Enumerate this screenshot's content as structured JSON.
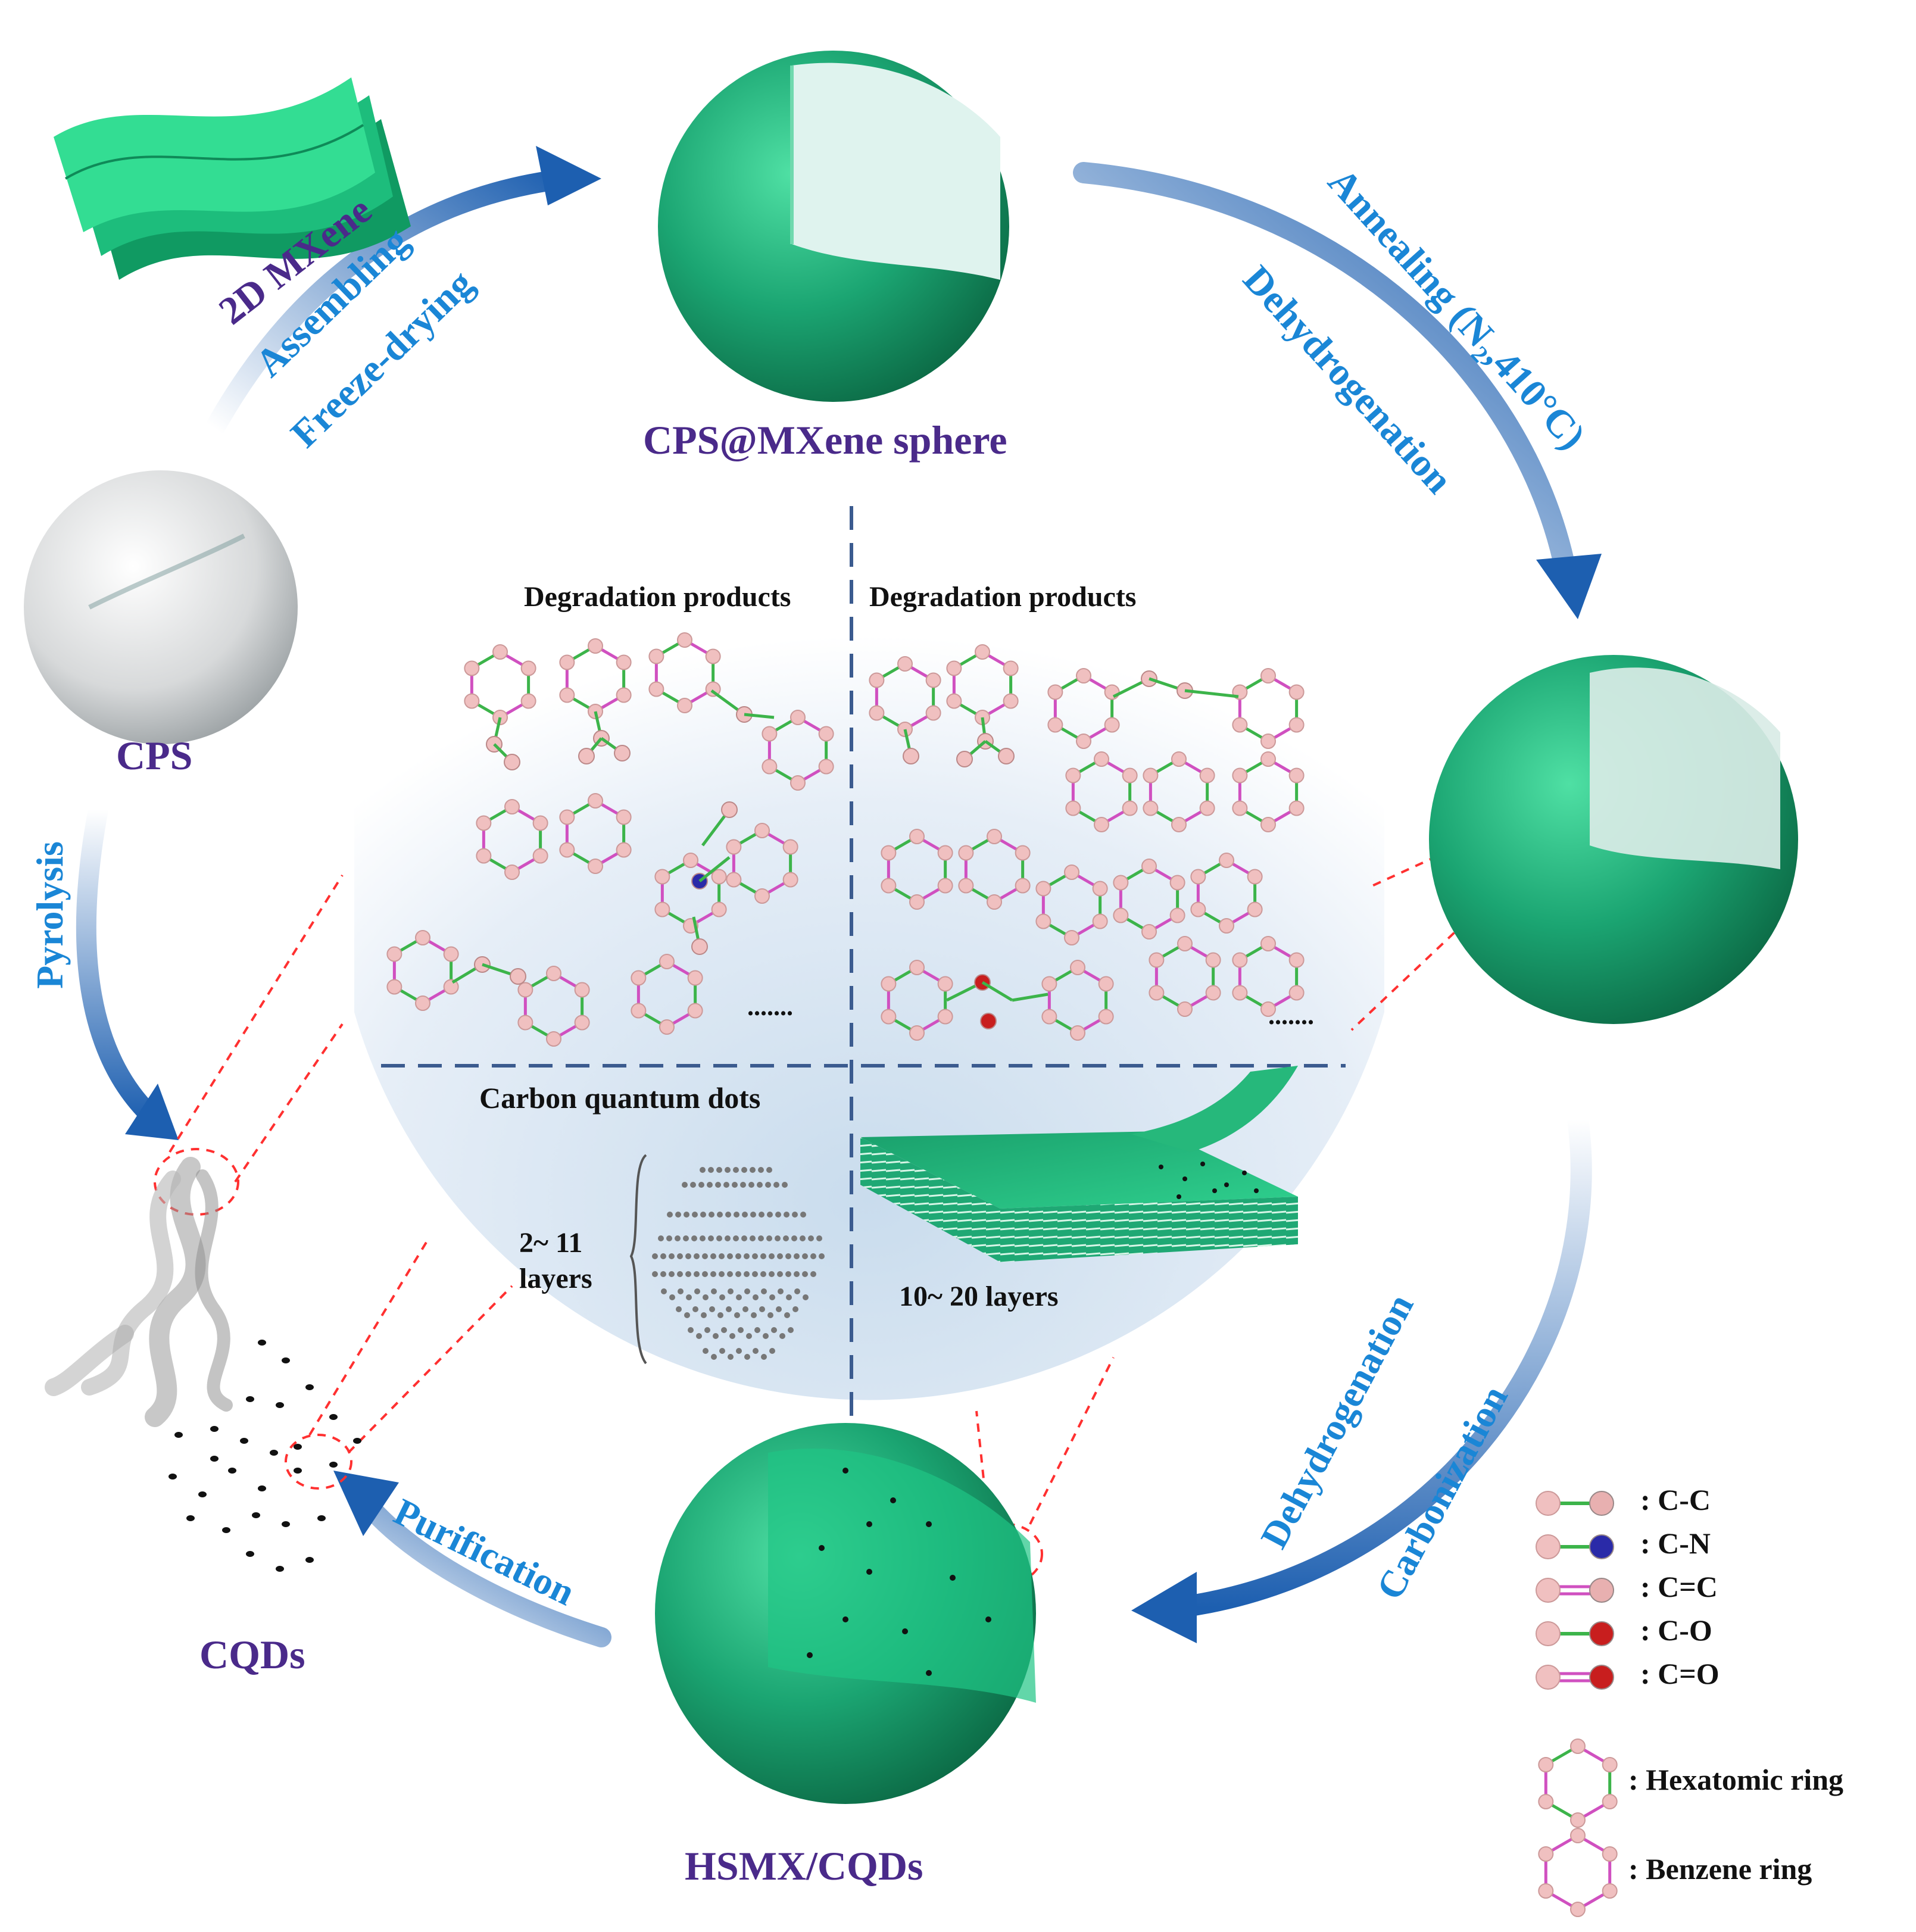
{
  "nodes": {
    "mxene": "2D MXene",
    "cps_mxene": "CPS@MXene sphere",
    "cps": "CPS",
    "cqds": "CQDs",
    "hsmx": "HSMX/CQDs"
  },
  "steps": {
    "assembling": "Assembling",
    "freeze_drying": "Freeze-drying",
    "annealing_pre": "Annealing (N",
    "annealing_sub": "2",
    "annealing_post": ",410°C)",
    "dehydrogenation_1": "Dehydrogenation",
    "pyrolysis": "Pyrolysis",
    "dehydrogenation_2": "Dehydrogenation",
    "carbonization": "Carbonization",
    "purification": "Purification"
  },
  "center": {
    "degradation_left": "Degradation products",
    "degradation_right": "Degradation products",
    "ellipsis_left": ".......",
    "ellipsis_right": ".......",
    "cqd_title": "Carbon quantum dots",
    "layers_left_1": "2~ 11",
    "layers_left_2": "layers",
    "layers_right": "10~ 20 layers"
  },
  "legend": {
    "items": [
      {
        "label": ": C-C",
        "end": "#e8b0b0",
        "bond": "#3cb44a"
      },
      {
        "label": ": C-N",
        "end": "#2a2aa8",
        "bond": "#3cb44a"
      },
      {
        "label": ": C=C",
        "end": "#e8b0b0",
        "bond": "#d050c0"
      },
      {
        "label": ": C-O",
        "end": "#c81e1e",
        "bond": "#3cb44a"
      },
      {
        "label": ": C=O",
        "end": "#c81e1e",
        "bond": "#d050c0"
      }
    ],
    "hexatomic": ": Hexatomic ring",
    "benzene": ": Benzene ring"
  },
  "colors": {
    "green": "#1fa070",
    "green_light": "#2ec98a",
    "arrow_blue": "#1d5fb0",
    "label_purple": "#4a2a8a",
    "label_blue": "#1a86d6",
    "atom": "#f0c0c0",
    "bond_single": "#3cb44a",
    "bond_double": "#d050c0"
  }
}
